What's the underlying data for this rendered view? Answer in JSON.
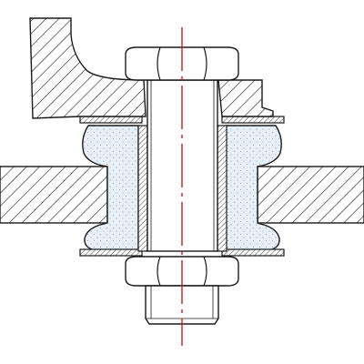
{
  "diagram": {
    "kind": "mechanical-section",
    "parts": [
      "bracket",
      "hex-bolt-head",
      "bolt-shank",
      "spacer-sleeve",
      "rubber-bushing",
      "support-plate",
      "upper-washer",
      "lower-washer",
      "hex-nut",
      "threaded-end",
      "centerline"
    ],
    "colors": {
      "line": "#1a1a1a",
      "hatch": "#1a1a1a",
      "bushing_fill": "#e6eef6",
      "bushing_dots": "#8a97a6",
      "centerline": "#d11a1a",
      "background": "#ffffff"
    }
  }
}
